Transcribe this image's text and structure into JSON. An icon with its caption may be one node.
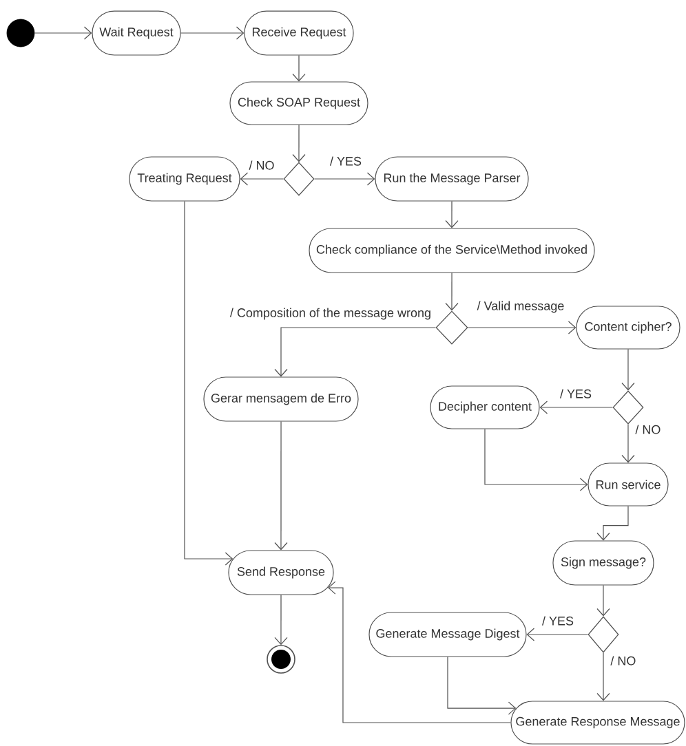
{
  "diagram": {
    "nodes": [
      {
        "text": [],
        "shape": "circle"
      },
      {
        "text": [
          "Wait Request"
        ]
      },
      {
        "text": [
          "Receive Request"
        ]
      },
      {
        "text": [
          "Check SOAP Request"
        ]
      },
      {
        "text": [
          "Treating Request"
        ]
      },
      {
        "text": [],
        "shape": "diamond"
      },
      {
        "text": [
          "Run the Message Parser"
        ]
      },
      {
        "text": [
          "Check compliance of the Service\\Method invoked"
        ]
      },
      {
        "text": [],
        "shape": "diamond"
      },
      {
        "text": [
          "Content cipher?"
        ]
      },
      {
        "text": [
          "Gerar mensagem de Erro"
        ]
      },
      {
        "text": [
          "Decipher content"
        ]
      },
      {
        "text": [],
        "shape": "diamond"
      },
      {
        "text": [
          "Run service"
        ]
      },
      {
        "text": [
          "Send Response"
        ]
      },
      {
        "text": [
          "Sign message?"
        ]
      },
      {
        "text": [
          "Generate Message Digest"
        ]
      },
      {
        "text": [],
        "shape": "diamond"
      },
      {
        "text": [],
        "shape": "circle"
      },
      {
        "text": [
          "Generate Response Message"
        ]
      }
    ],
    "edges": [
      {
        "from": 0,
        "to": 1,
        "arrow": "to"
      },
      {
        "from": 1,
        "to": 2,
        "arrow": "to"
      },
      {
        "from": 2,
        "to": 3,
        "arrow": "to"
      },
      {
        "from": 3,
        "to": 5,
        "arrow": "to"
      },
      {
        "from": 5,
        "to": 4,
        "arrow": "to",
        "label": "/ NO"
      },
      {
        "from": 5,
        "to": 6,
        "arrow": "to",
        "label": "/ YES"
      },
      {
        "from": 6,
        "to": 7,
        "arrow": "to"
      },
      {
        "from": 7,
        "to": 8,
        "arrow": "to"
      },
      {
        "from": 8,
        "to": 10,
        "arrow": "to",
        "label": "/ Composition of the message wrong"
      },
      {
        "from": 8,
        "to": 9,
        "arrow": "to",
        "label": "/ Valid message"
      },
      {
        "from": 9,
        "to": 12,
        "arrow": "to"
      },
      {
        "from": 12,
        "to": 11,
        "arrow": "to",
        "label": "/ YES"
      },
      {
        "from": 12,
        "to": 13,
        "arrow": "to",
        "label": "/ NO"
      },
      {
        "from": 11,
        "to": 13,
        "arrow": "to"
      },
      {
        "from": 13,
        "to": 15,
        "arrow": "to"
      },
      {
        "from": 4,
        "to": 14,
        "arrow": "to"
      },
      {
        "from": 10,
        "to": 14,
        "arrow": "to"
      },
      {
        "from": 14,
        "to": 18,
        "arrow": "to"
      },
      {
        "from": 15,
        "to": 17,
        "arrow": "to"
      },
      {
        "from": 17,
        "to": 16,
        "arrow": "to",
        "label": "/ YES"
      },
      {
        "from": 17,
        "to": 19,
        "arrow": "to",
        "label": "/ NO"
      },
      {
        "from": 16,
        "to": 19,
        "arrow": "to"
      },
      {
        "from": 19,
        "to": 14,
        "arrow": "to"
      }
    ]
  }
}
